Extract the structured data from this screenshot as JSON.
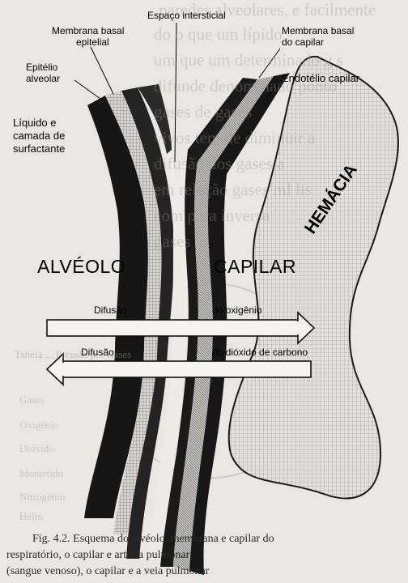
{
  "labels": {
    "espaco_intersticial": "Espaço intersticial",
    "membrana_basal_epitelial": [
      "Membrana basal",
      "epitelial"
    ],
    "membrana_basal_capilar": [
      "Membrana basal",
      "do capilar"
    ],
    "endotelio_capilar": "Endotélio capilar",
    "epitelio_alveolar": [
      "Epitélio",
      "alveolar"
    ],
    "liquido_surfactante": [
      "Líquido e",
      "camada de",
      "surfactante"
    ],
    "alveolo": "ALVÉOLO",
    "capilar": "CAPILAR",
    "hemacia": "HEMÁCIA"
  },
  "arrows": {
    "oxygen": {
      "left": "Difusão",
      "right": "do oxigênio"
    },
    "co2": {
      "left": "Difusão",
      "right": "do dióxido de carbono"
    }
  },
  "background_text": {
    "top_lines": [
      "paredes alveolares, e facilmente",
      "do     o que um        lípido",
      "um que um determinado g      s",
      "difunde      denominado      ponto",
      "         gases          de gases",
      "vivos tem       de diminuir a",
      "difusão dos     gases         a",
      "em relação       gases       ml lis",
      "com        para      inversa",
      "gases"
    ],
    "table_header": "Tabela  ...           Pressão p... Gases",
    "table_rows": [
      "Gases",
      "Oxigênio",
      "Dióxido",
      "Monóxido",
      "Nitrogênio",
      "Hélio"
    ]
  },
  "caption": {
    "lines": [
      "Fig. 4.2. Esquema do alvéolo, membrana e capilar do",
      "respiratório, o capilar e artéria pulmonar",
      "(sangue venoso), o capilar e a veia pulmonar"
    ]
  },
  "colors": {
    "dark_membrane": "#1a1a1a",
    "hatched_membrane": "#c8c6c3",
    "page_background": "#e9e7e4",
    "arrow": "#111111"
  }
}
